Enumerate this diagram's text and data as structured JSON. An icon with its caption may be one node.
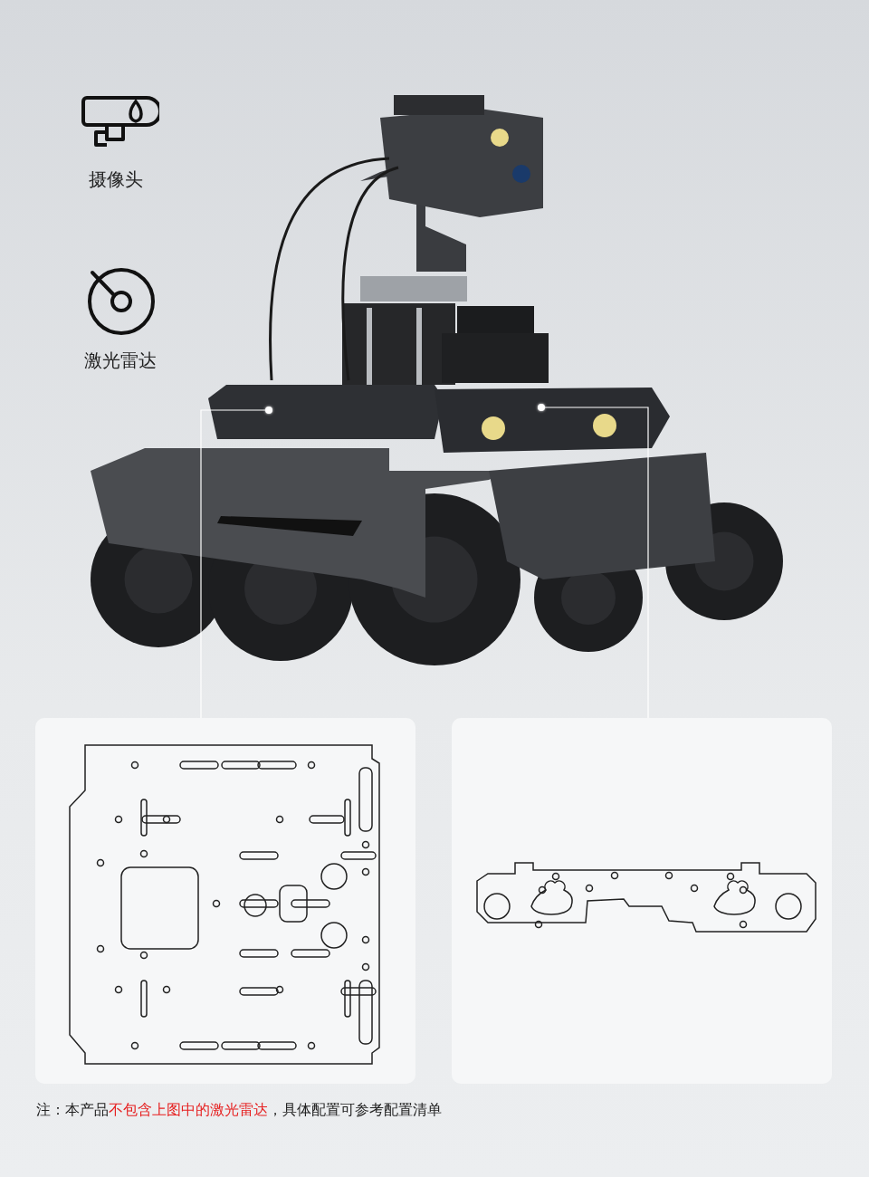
{
  "diagram": {
    "nodes": [
      {
        "text": [],
        "shape": "circle"
      },
      {
        "text": [],
        "shape": "circle"
      },
      {
        "text": [],
        "shape": "picture"
      },
      {
        "text": [],
        "shape": "picture"
      }
    ],
    "edges": [
      {
        "from": 0,
        "to": 2,
        "arrow": "none"
      },
      {
        "from": 1,
        "to": 3,
        "arrow": "none"
      }
    ],
    "labels": [
      "摄像头",
      "激光雷达",
      "注：本产品",
      "不包含上图中的激光雷达",
      "，具体配置可参考配置清单"
    ]
  }
}
